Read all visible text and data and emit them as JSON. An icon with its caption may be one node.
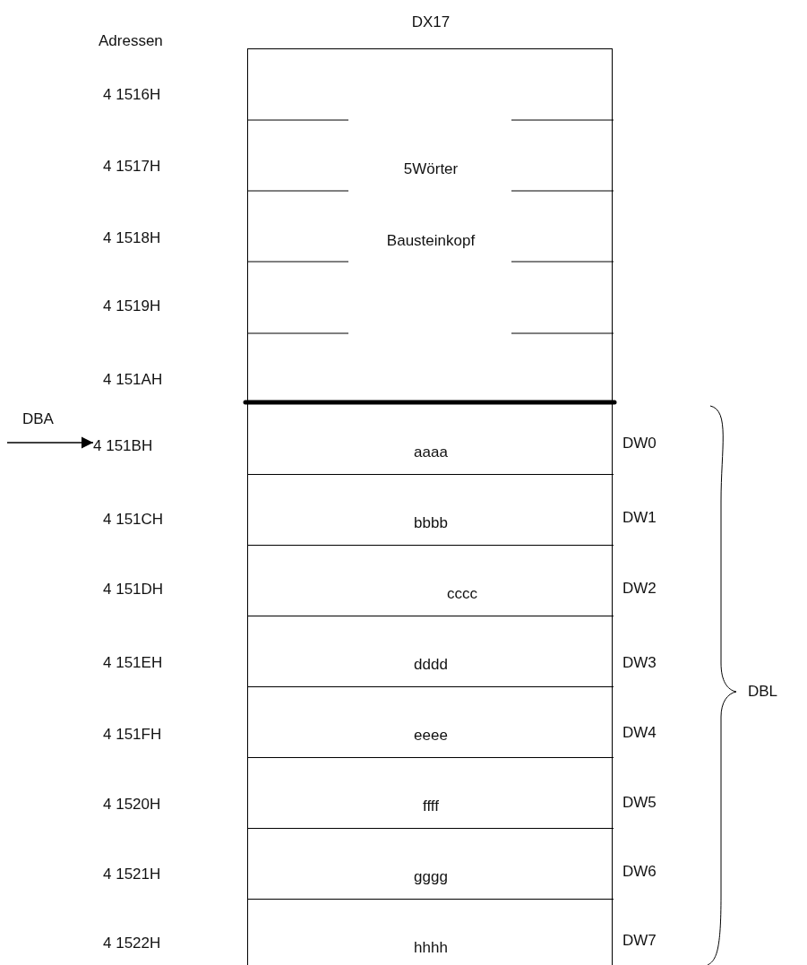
{
  "diagram": {
    "nodes": [
      {
        "text": [
          "DX17"
        ]
      },
      {
        "text": [
          "5Wörter",
          "Bausteinkopf"
        ],
        "in": 0
      },
      {
        "text": [
          "aaaa"
        ],
        "in": 0,
        "beside": [
          "DW0"
        ]
      },
      {
        "text": [
          "bbbb"
        ],
        "in": 0,
        "beside": [
          "DW1"
        ]
      },
      {
        "text": [
          "cccc"
        ],
        "in": 0,
        "beside": [
          "DW2"
        ]
      },
      {
        "text": [
          "dddd"
        ],
        "in": 0,
        "beside": [
          "DW3"
        ]
      },
      {
        "text": [
          "eeee"
        ],
        "in": 0,
        "beside": [
          "DW4"
        ]
      },
      {
        "text": [
          "ffff"
        ],
        "in": 0,
        "beside": [
          "DW5"
        ]
      },
      {
        "text": [
          "gggg"
        ],
        "in": 0,
        "beside": [
          "DW6"
        ]
      },
      {
        "text": [
          "hhhh"
        ],
        "in": 0,
        "beside": [
          "DW7"
        ]
      },
      {
        "text": [
          "DBA"
        ]
      },
      {
        "text": [
          "4 151BH"
        ]
      }
    ],
    "edges": [
      {
        "from": 10,
        "to": 11,
        "arrow": "to"
      }
    ],
    "labels": [
      "Adressen",
      "4 1516H",
      "4 1517H",
      "4 1518H",
      "4 1519H",
      "4 151AH",
      "4 151CH",
      "4 151DH",
      "4 151EH",
      "4 151FH",
      "4 1520H",
      "4 1521H",
      "4 1522H",
      "DBL"
    ]
  }
}
